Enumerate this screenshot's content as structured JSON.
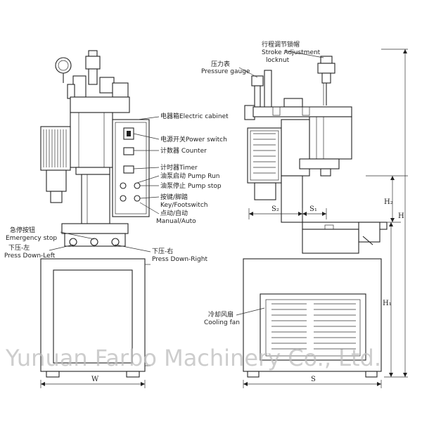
{
  "labels": {
    "electric_cabinet": "电器箱Electric cabinet",
    "power_switch": "电源开关Power switch",
    "counter": "计数器 Counter",
    "timer": "计时器Timer",
    "pump_run": "油泵启动 Pump Run",
    "pump_stop": "油泵停止 Pump stop",
    "key_footswitch_cn": "按键/脚踏",
    "key_footswitch_en": "Key/Footswitch",
    "manual_auto_cn": "点动/自动",
    "manual_auto_en": "Manual/Auto",
    "emergency_stop_cn": "急停按钮",
    "emergency_stop_en": "Emergency stop",
    "press_down_left_cn": "下压-左",
    "press_down_left_en": "Press Down-Left",
    "press_down_right_cn": "下压-右",
    "press_down_right_en": "Press Down-Right",
    "stroke_adjust_cn": "行程调节锁帽",
    "stroke_adjust_en": "Stroke Adjustment",
    "stroke_adjust_en2": "locknut",
    "pressure_gauge_cn": "压力表",
    "pressure_gauge_en": "Pressure gauge",
    "cooling_fan_cn": "冷却风扇",
    "cooling_fan_en": "Cooling fan"
  },
  "dimensions": {
    "width": "W",
    "depth": "S",
    "s1": "S₁",
    "s2": "S₂",
    "height": "H",
    "h1": "H₁",
    "h2": "H₂"
  },
  "watermark": "Yunuan Farbo Machinery Co., Ltd."
}
